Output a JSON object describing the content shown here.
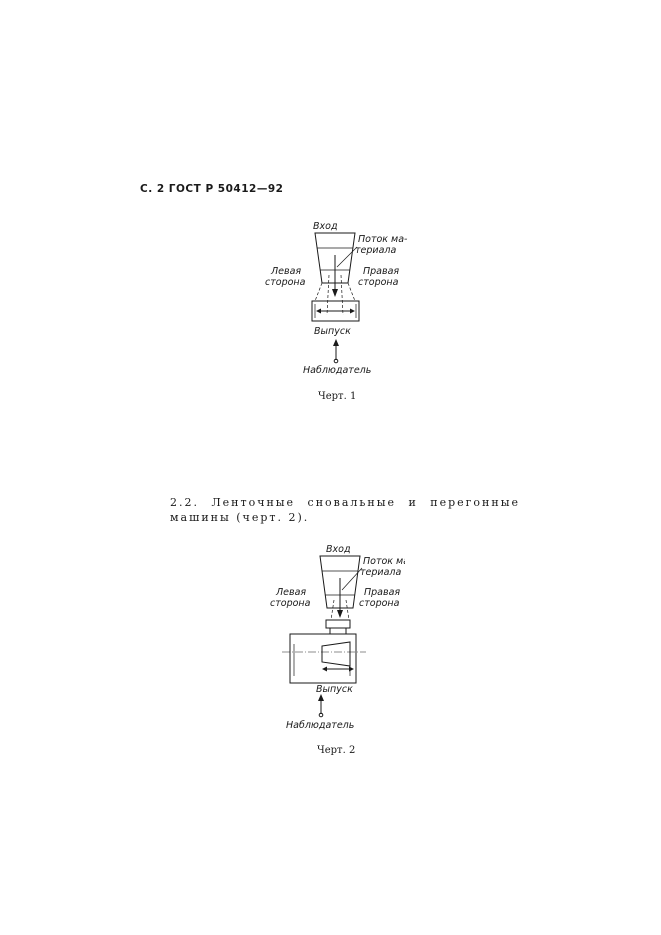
{
  "header": {
    "text": "С. 2 ГОСТ Р 50412—92"
  },
  "figure1": {
    "label_inlet": "Вход",
    "label_flow_line1": "Поток ма-",
    "label_flow_line2": "териала",
    "label_left_line1": "Левая",
    "label_left_line2": "сторона",
    "label_right_line1": "Правая",
    "label_right_line2": "сторона",
    "label_outlet": "Выпуск",
    "label_observer": "Наблюдатель",
    "caption": "Черт. 1"
  },
  "paragraph": {
    "text": "2.2. Ленточные сновальные и перегонные машины (черт. 2)."
  },
  "figure2": {
    "label_inlet": "Вход",
    "label_flow_line1": "Поток ма-",
    "label_flow_line2": "териала",
    "label_left_line1": "Левая",
    "label_left_line2": "сторона",
    "label_right_line1": "Правая",
    "label_right_line2": "сторона",
    "label_outlet": "Выпуск",
    "label_observer": "Наблюдатель",
    "caption": "Черт. 2"
  }
}
